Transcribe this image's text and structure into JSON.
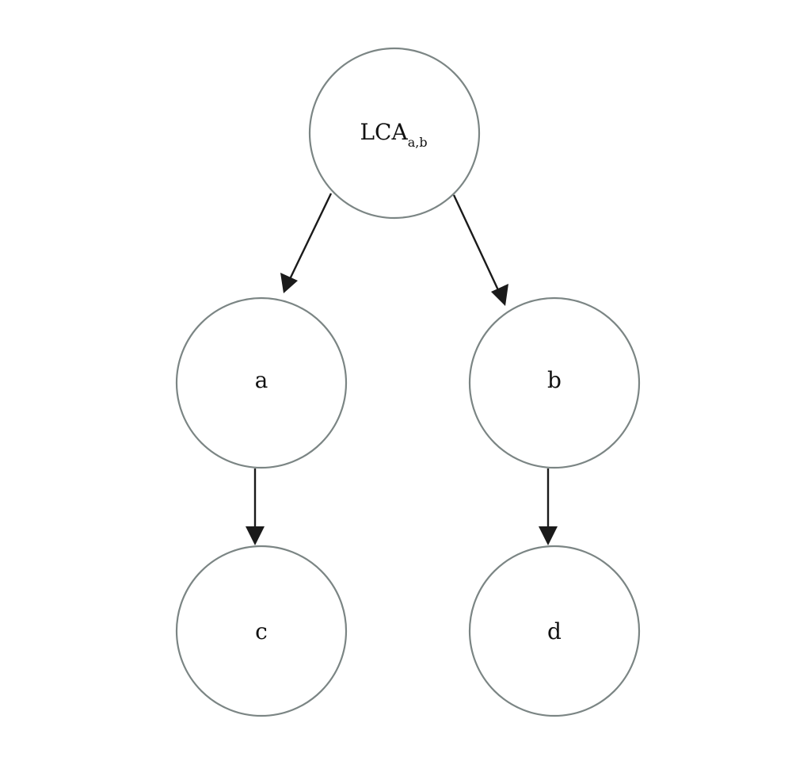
{
  "nodes": {
    "lca": {
      "label": "LCA",
      "subscript": "a,b"
    },
    "a": {
      "label": "a"
    },
    "b": {
      "label": "b"
    },
    "c": {
      "label": "c"
    },
    "d": {
      "label": "d"
    }
  },
  "edges": [
    {
      "from": "lca",
      "to": "a"
    },
    {
      "from": "lca",
      "to": "b"
    },
    {
      "from": "a",
      "to": "c"
    },
    {
      "from": "b",
      "to": "d"
    }
  ]
}
